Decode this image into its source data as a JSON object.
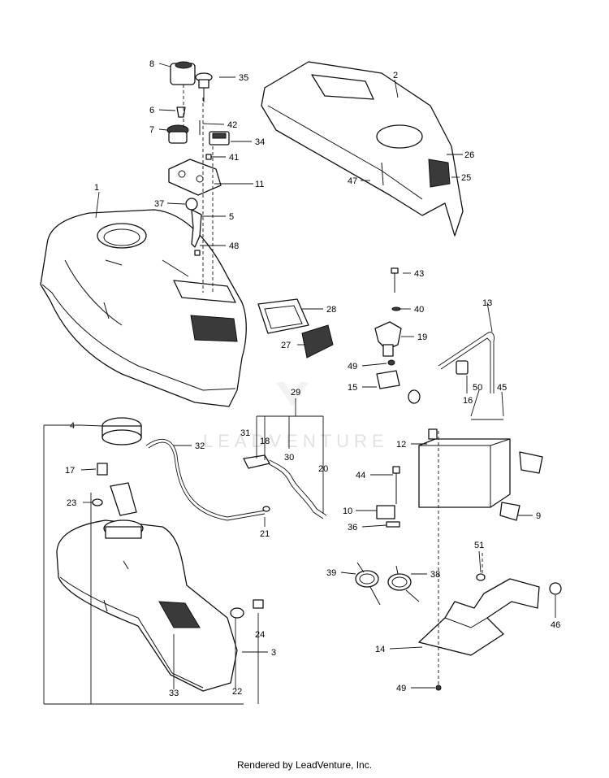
{
  "watermark": "LEADVENTURE",
  "footer": "Rendered by LeadVenture, Inc.",
  "callouts": {
    "c1": "1",
    "c2": "2",
    "c3": "3",
    "c4": "4",
    "c5": "5",
    "c6": "6",
    "c7": "7",
    "c8": "8",
    "c9": "9",
    "c10": "10",
    "c11": "11",
    "c12": "12",
    "c13": "13",
    "c14": "14",
    "c15": "15",
    "c16": "16",
    "c17": "17",
    "c18": "18",
    "c19": "19",
    "c20": "20",
    "c21": "21",
    "c22": "22",
    "c23": "23",
    "c24": "24",
    "c25": "25",
    "c26": "26",
    "c27": "27",
    "c28": "28",
    "c29": "29",
    "c30": "30",
    "c31": "31",
    "c32": "32",
    "c33": "33",
    "c34": "34",
    "c35": "35",
    "c36": "36",
    "c37": "37",
    "c38": "38",
    "c39": "39",
    "c40": "40",
    "c41": "41",
    "c42": "42",
    "c43": "43",
    "c44": "44",
    "c45": "45",
    "c46": "46",
    "c47": "47",
    "c48": "48",
    "c49a": "49",
    "c49b": "49",
    "c50": "50",
    "c51": "51"
  }
}
